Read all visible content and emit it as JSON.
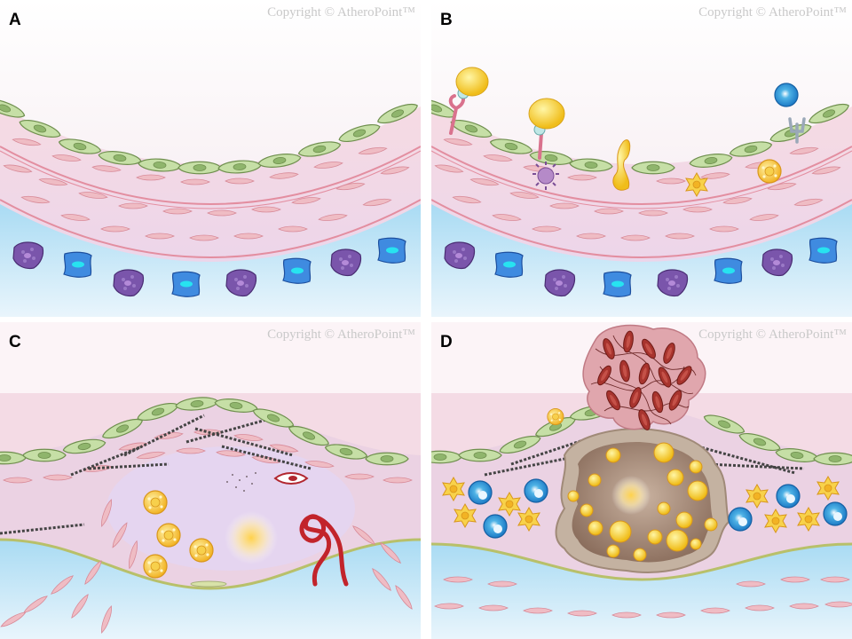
{
  "panels": [
    {
      "label": "A",
      "copyright": "Copyright © AtheroPoint™"
    },
    {
      "label": "B",
      "copyright": "Copyright © AtheroPoint™"
    },
    {
      "label": "C",
      "copyright": "Copyright © AtheroPoint™"
    },
    {
      "label": "D",
      "copyright": "Copyright © AtheroPoint™"
    }
  ],
  "colors": {
    "endothelium": "#c6dfa6",
    "smooth_muscle": "#efbcc4",
    "adventitia": "#b6e0f4",
    "fibroblast_blue": "#3f8be0",
    "macrophage_purple": "#7a55ab",
    "foam_cell": "#f6c235",
    "thrombus": "#a8342e",
    "lipid_core": "#a98f7d"
  }
}
